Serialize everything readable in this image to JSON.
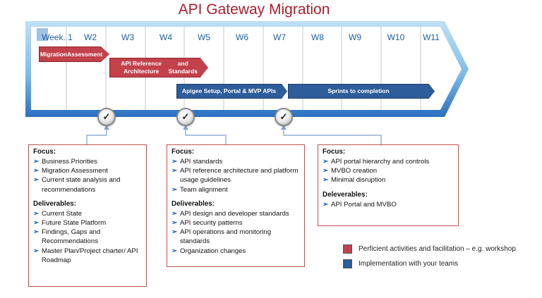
{
  "title": "API Gateway Migration",
  "weeks": [
    "Week. 1",
    "W2",
    "W3",
    "W4",
    "W5",
    "W6",
    "W7",
    "W8",
    "W9",
    "W10",
    "W11"
  ],
  "bars": [
    {
      "lines": [
        "Migration",
        "Assessment"
      ],
      "color": "red"
    },
    {
      "lines": [
        "API Reference Architecture",
        "and Standards"
      ],
      "color": "red"
    },
    {
      "lines": [
        "Apigee Setup, Portal & MVP APIs"
      ],
      "color": "blue"
    },
    {
      "lines": [
        "Sprints to completion"
      ],
      "color": "blue"
    }
  ],
  "checkmark": "✓",
  "bullet": "➢",
  "boxes": [
    {
      "focus_title": "Focus:",
      "focus": [
        "Business Priorities",
        "Migration Assessment",
        "Current state analysis and recommendations"
      ],
      "deliverables_title": "Deliverables:",
      "deliverables": [
        "Current State",
        "Future State Platform",
        "Findings, Gaps and Recommendations",
        "Master Plan/Project charter/ API Roadmap"
      ]
    },
    {
      "focus_title": "Focus:",
      "focus": [
        "API standards",
        "API reference architecture and platform usage guidelines",
        "Team alignment"
      ],
      "deliverables_title": "Deliverables:",
      "deliverables": [
        "API design and developer standards",
        "API security patterns",
        "API operations and monitoring standards",
        "Organization changes"
      ]
    },
    {
      "focus_title": "Focus:",
      "focus": [
        "API portal hierarchy and controls",
        "MVBO creation",
        "Minimal disruption"
      ],
      "deliverables_title": "Deleverables:",
      "deliverables": [
        "API Portal and MVBO"
      ]
    }
  ],
  "legend": [
    {
      "label": "Perficient activities and facilitation – e.g. workshop",
      "color": "#c2414b"
    },
    {
      "label": "Implementation with your teams",
      "color": "#2d5d9a"
    }
  ]
}
